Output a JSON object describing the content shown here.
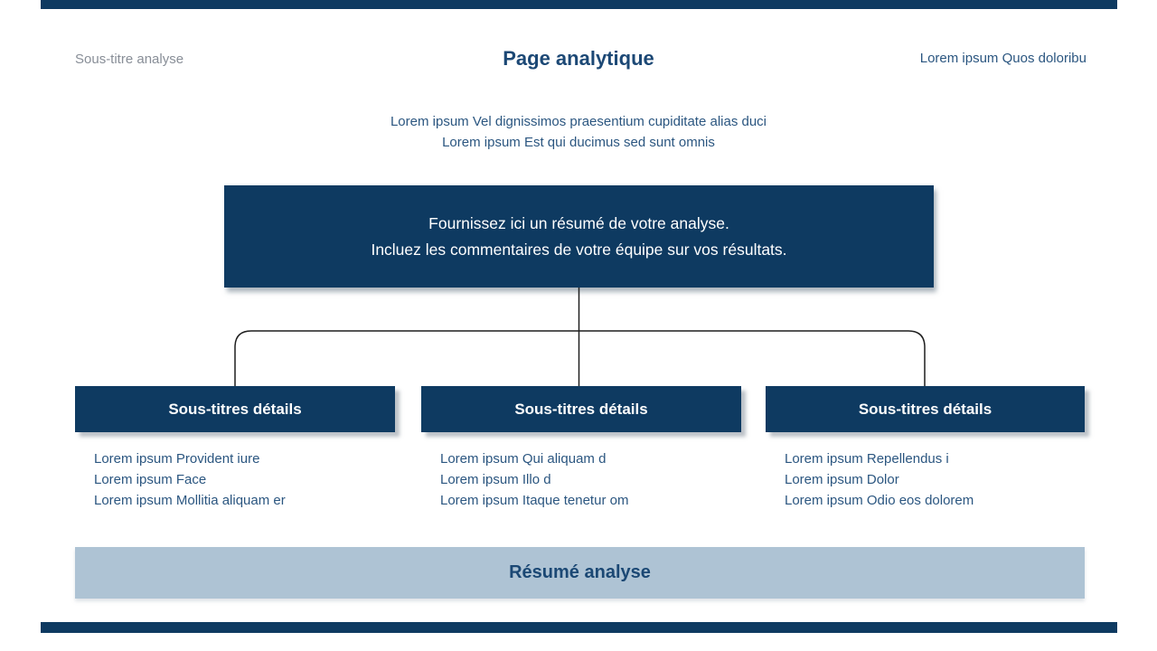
{
  "page": {
    "subtitle": "Sous-titre analyse",
    "title": "Page analytique",
    "header_right": "Lorem ipsum Quos doloribu",
    "intro_lines": [
      "Lorem ipsum Vel dignissimos praesentium cupiditate alias duci",
      "Lorem ipsum Est qui ducimus sed sunt omnis"
    ]
  },
  "summary_box": {
    "line1": "Fournissez ici un résumé de votre analyse.",
    "line2": "Incluez les commentaires de votre équipe sur vos résultats."
  },
  "columns": [
    {
      "header": "Sous-titres détails",
      "items": [
        "Lorem ipsum Provident iure",
        "Lorem ipsum Face",
        "Lorem ipsum Mollitia aliquam er"
      ]
    },
    {
      "header": "Sous-titres détails",
      "items": [
        "Lorem ipsum Qui aliquam d",
        "Lorem ipsum Illo d",
        "Lorem ipsum Itaque tenetur om"
      ]
    },
    {
      "header": "Sous-titres détails",
      "items": [
        "Lorem ipsum Repellendus i",
        "Lorem ipsum Dolor",
        "Lorem ipsum Odio eos dolorem"
      ]
    }
  ],
  "footer": {
    "label": "Résumé analyse"
  },
  "colors": {
    "navy": "#0e3a61",
    "title_navy": "#1c4875",
    "body_navy": "#2b5680",
    "subtitle_gray": "#888e97",
    "box_text": "#ffffff",
    "footer_bg": "#aec3d4",
    "footer_text": "#1b4874",
    "connector": "#1f1f1f"
  }
}
